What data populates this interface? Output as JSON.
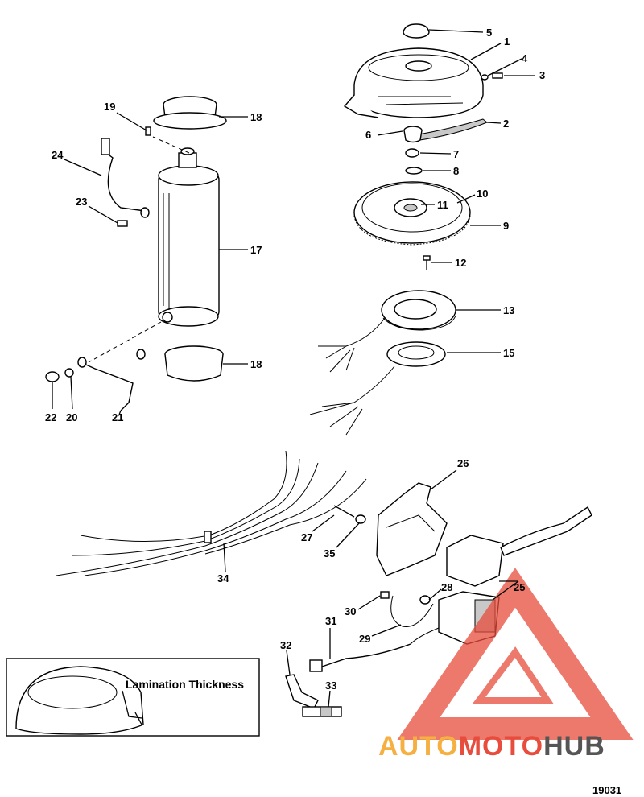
{
  "diagram": {
    "figure_number": "19031",
    "inset_caption": "Lamination Thickness",
    "watermark": {
      "part1": "AUTO",
      "part2": "MOTO",
      "part3": "HUB",
      "color1": "#f5b041",
      "color2": "#e74c3c",
      "color3": "#555555"
    },
    "callouts": [
      "1",
      "2",
      "3",
      "4",
      "5",
      "6",
      "7",
      "8",
      "9",
      "10",
      "11",
      "12",
      "13",
      "15",
      "17",
      "18",
      "18",
      "19",
      "20",
      "21",
      "22",
      "23",
      "24",
      "25",
      "26",
      "27",
      "28",
      "29",
      "30",
      "31",
      "32",
      "33",
      "34",
      "35"
    ]
  }
}
